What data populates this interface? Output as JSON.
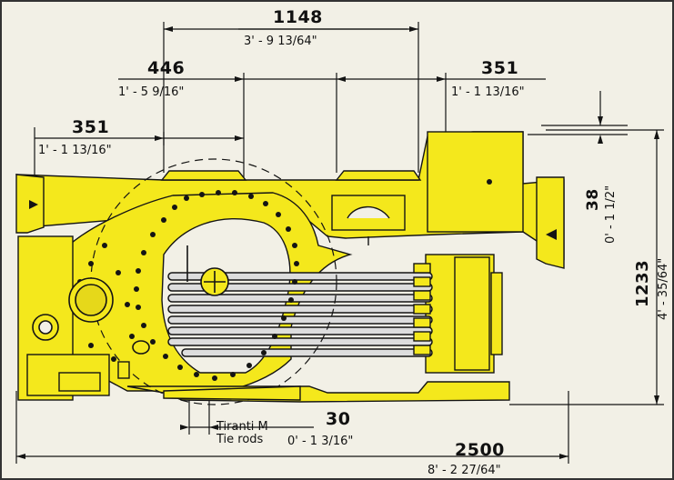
{
  "dimensions": {
    "top_overall": {
      "mm": "1148",
      "imperial": "3' - 9 13/64\""
    },
    "mid_left": {
      "mm": "446",
      "imperial": "1' - 5 9/16\""
    },
    "left": {
      "mm": "351",
      "imperial": "1' - 1 13/16\""
    },
    "right": {
      "mm": "351",
      "imperial": "1' - 1 13/16\""
    },
    "small_vertical": {
      "mm": "38",
      "imperial": "0' - 1 1/2\""
    },
    "height": {
      "mm": "1233",
      "imperial": "4' - 35/64\""
    },
    "tie_rods": {
      "mm": "30",
      "imperial": "0' - 1 3/16\""
    },
    "overall_length": {
      "mm": "2500",
      "imperial": "8' - 2 27/64\""
    }
  },
  "labels": {
    "tie_rods_it": "Tiranti M",
    "tie_rods_en": "Tie rods"
  },
  "colors": {
    "body_yellow": "#f4e81c",
    "background": "#f2f0e6",
    "line": "#141414"
  }
}
